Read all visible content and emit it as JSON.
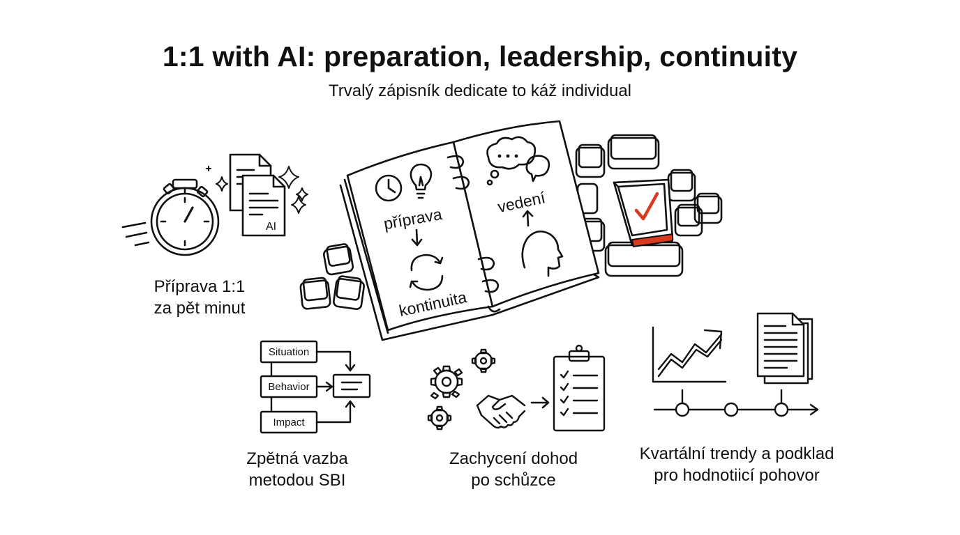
{
  "header": {
    "title": "1:1 with AI: preparation, leadership, continuity",
    "subtitle": "Trvalý zápisník dedicate to káž individual"
  },
  "notebook": {
    "label_prep": "příprava",
    "label_lead": "vedení",
    "label_cont": "kontinuita"
  },
  "doc_ai_label": "AI",
  "sbi": {
    "situation": "Situation",
    "behavior": "Behavior",
    "impact": "Impact"
  },
  "captions": {
    "prep": [
      "Příprava 1:1",
      "za pět minut"
    ],
    "sbi": [
      "Zpětná vazba",
      "metodou SBI"
    ],
    "agreements": [
      "Zachycení dohod",
      "po schůzce"
    ],
    "trends": [
      "Kvartální trendy a podklad",
      "pro hodnotiicí pohovor"
    ]
  },
  "colors": {
    "ink": "#111111",
    "accent": "#d9391e",
    "paper": "#ffffff"
  }
}
